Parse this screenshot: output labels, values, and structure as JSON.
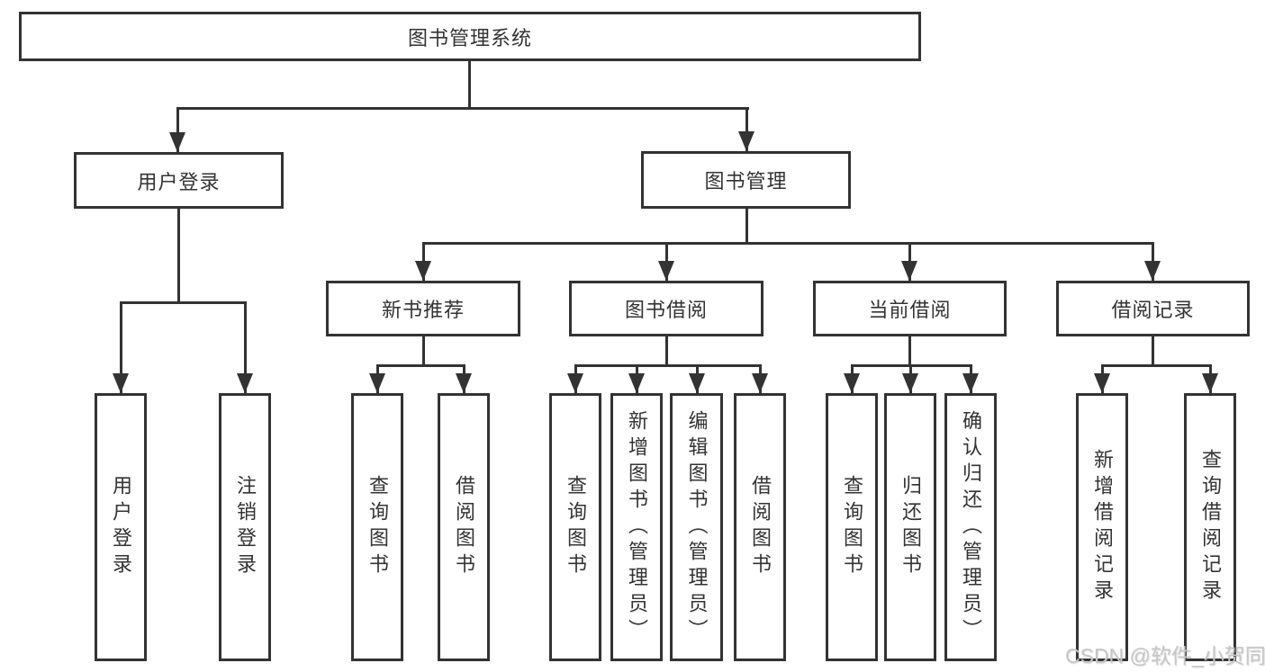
{
  "nodes": {
    "root": "图书管理系统",
    "level2": [
      {
        "label": "用户登录"
      },
      {
        "label": "图书管理"
      }
    ],
    "level3": [
      {
        "label": "新书推荐"
      },
      {
        "label": "图书借阅"
      },
      {
        "label": "当前借阅"
      },
      {
        "label": "借阅记录"
      }
    ],
    "leaves": [
      {
        "label": "用户登录"
      },
      {
        "label": "注销登录"
      },
      {
        "label": "查询图书"
      },
      {
        "label": "借阅图书"
      },
      {
        "label": "查询图书"
      },
      {
        "label": "新增图书（管理员）"
      },
      {
        "label": "编辑图书（管理员）"
      },
      {
        "label": "借阅图书"
      },
      {
        "label": "查询图书"
      },
      {
        "label": "归还图书"
      },
      {
        "label": "确认归还（管理员）"
      },
      {
        "label": "新增借阅记录"
      },
      {
        "label": "查询借阅记录"
      }
    ]
  },
  "watermark": {
    "text": "CSDN @软件_小贺同学"
  },
  "colors": {
    "line": "#333333",
    "text": "#333333",
    "background": "#ffffff",
    "watermark": "#c7c7c7"
  }
}
